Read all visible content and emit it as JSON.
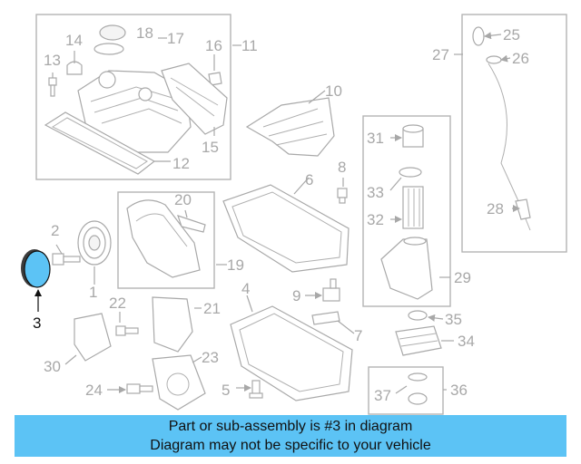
{
  "banner": {
    "line1": "Part or sub-assembly is #3 in diagram",
    "line2": "Diagram may not be specific to your vehicle"
  },
  "highlight": {
    "part_number": "3",
    "color": "#5cc3f5"
  },
  "callouts": [
    "1",
    "2",
    "3",
    "4",
    "5",
    "6",
    "7",
    "8",
    "9",
    "10",
    "11",
    "12",
    "13",
    "14",
    "15",
    "16",
    "17",
    "18",
    "19",
    "20",
    "21",
    "22",
    "23",
    "24",
    "25",
    "26",
    "27",
    "28",
    "29",
    "30",
    "31",
    "32",
    "33",
    "34",
    "35",
    "36",
    "37"
  ],
  "colors": {
    "banner": "#5cc3f5",
    "linework": "#a9a9a9",
    "highlight_label": "#111111"
  }
}
